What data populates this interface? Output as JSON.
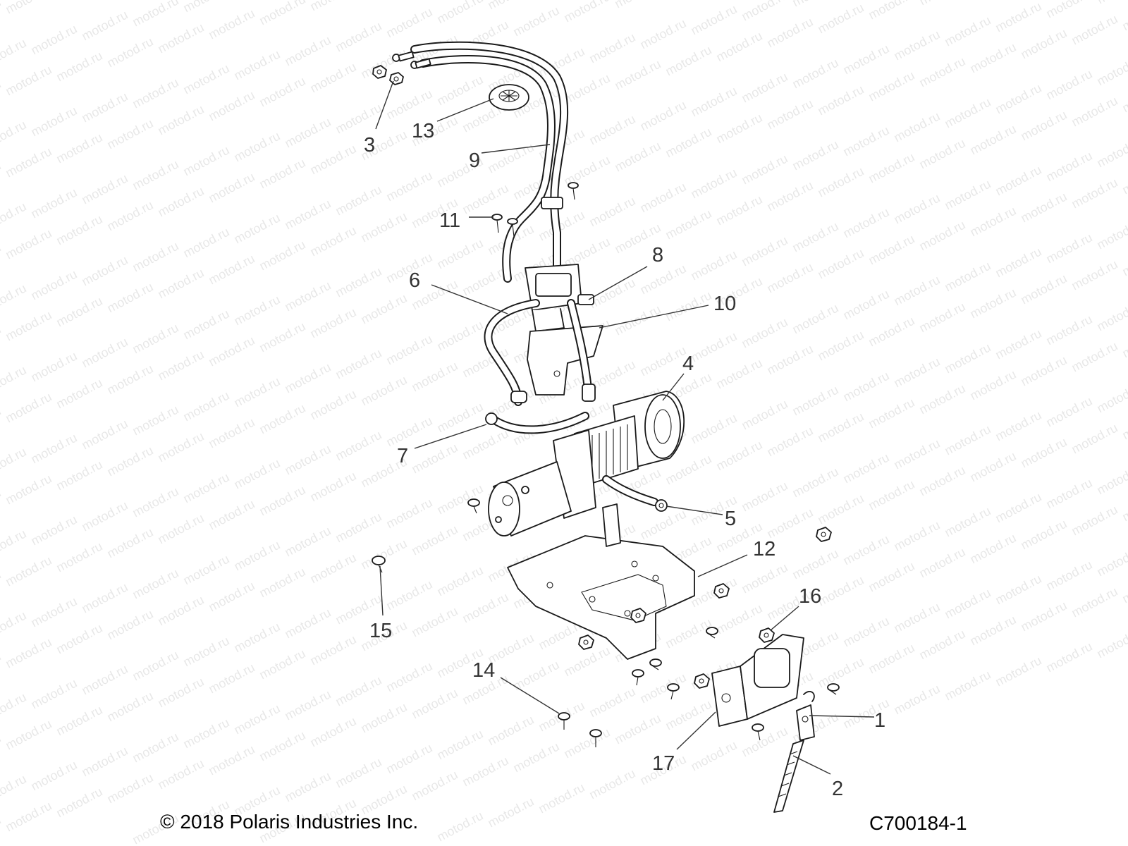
{
  "copyright": "© 2018 Polaris Industries Inc.",
  "drawing_number": "C700184-1",
  "watermark": "motod.ru",
  "callouts": [
    "1",
    "2",
    "3",
    "4",
    "5",
    "6",
    "7",
    "8",
    "9",
    "10",
    "11",
    "12",
    "13",
    "14",
    "15",
    "16",
    "17"
  ]
}
